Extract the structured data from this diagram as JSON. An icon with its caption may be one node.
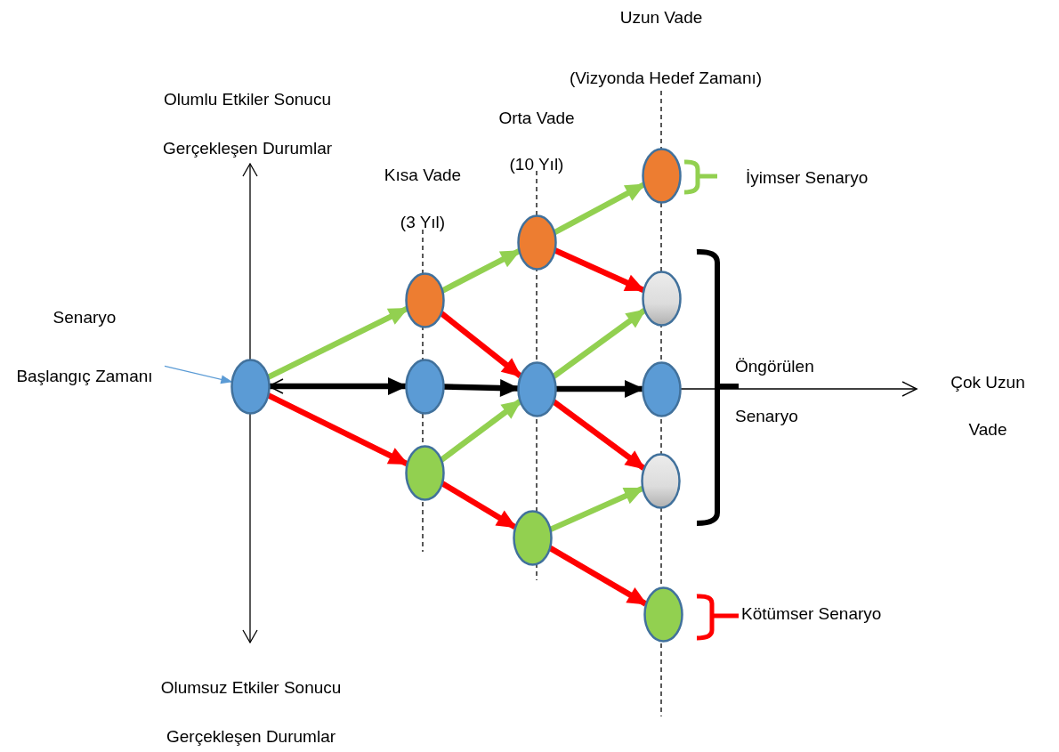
{
  "diagram": {
    "nodes": [
      {
        "text": [
          "Senaryo",
          "Başlangıç Zamanı"
        ]
      },
      {
        "text": [],
        "shape": "circle"
      },
      {
        "text": [],
        "shape": "circle"
      },
      {
        "text": [],
        "shape": "circle"
      },
      {
        "text": [],
        "shape": "circle"
      },
      {
        "text": [],
        "shape": "circle"
      },
      {
        "text": [],
        "shape": "circle"
      },
      {
        "text": [],
        "shape": "circle"
      },
      {
        "text": [],
        "shape": "circle"
      },
      {
        "text": [],
        "shape": "circle"
      },
      {
        "text": [],
        "shape": "circle"
      },
      {
        "text": [],
        "shape": "circle"
      },
      {
        "text": [],
        "shape": "circle"
      }
    ],
    "edges": [
      {
        "from": 0,
        "to": 1,
        "arrow": "to",
        "color": "#5b9bd5"
      },
      {
        "from": 1,
        "to": 2,
        "arrow": "to",
        "color": "#92d050"
      },
      {
        "from": 1,
        "to": 3,
        "arrow": "both",
        "color": "#000000"
      },
      {
        "from": 1,
        "to": 4,
        "arrow": "to",
        "color": "#ff0000"
      },
      {
        "from": 2,
        "to": 5,
        "arrow": "to",
        "color": "#92d050"
      },
      {
        "from": 2,
        "to": 6,
        "arrow": "to",
        "color": "#ff0000"
      },
      {
        "from": 3,
        "to": 6,
        "arrow": "to",
        "color": "#000000"
      },
      {
        "from": 4,
        "to": 6,
        "arrow": "to",
        "color": "#92d050"
      },
      {
        "from": 4,
        "to": 7,
        "arrow": "to",
        "color": "#ff0000"
      },
      {
        "from": 5,
        "to": 8,
        "arrow": "to",
        "color": "#92d050"
      },
      {
        "from": 5,
        "to": 9,
        "arrow": "to",
        "color": "#ff0000"
      },
      {
        "from": 6,
        "to": 9,
        "arrow": "to",
        "color": "#92d050"
      },
      {
        "from": 6,
        "to": 10,
        "arrow": "to",
        "color": "#000000"
      },
      {
        "from": 6,
        "to": 11,
        "arrow": "to",
        "color": "#ff0000"
      },
      {
        "from": 7,
        "to": 11,
        "arrow": "to",
        "color": "#92d050"
      },
      {
        "from": 7,
        "to": 12,
        "arrow": "to",
        "color": "#ff0000"
      },
      {
        "from": 10,
        "to": null,
        "arrow": "to",
        "color": "#000000"
      }
    ],
    "labels": [
      "Uzun Vade",
      "(Vizyonda Hedef Zamanı)",
      "Olumlu Etkiler Sonucu",
      "Gerçekleşen Durumlar",
      "Orta Vade",
      "(10 Yıl)",
      "Kısa Vade",
      "(3 Yıl)",
      "İyimser Senaryo",
      "Öngörülen",
      "Senaryo",
      "Çok Uzun",
      "Vade",
      "Kötümser Senaryo",
      "Olumsuz Etkiler Sonucu",
      "Gerçekleşen Durumlar"
    ]
  }
}
